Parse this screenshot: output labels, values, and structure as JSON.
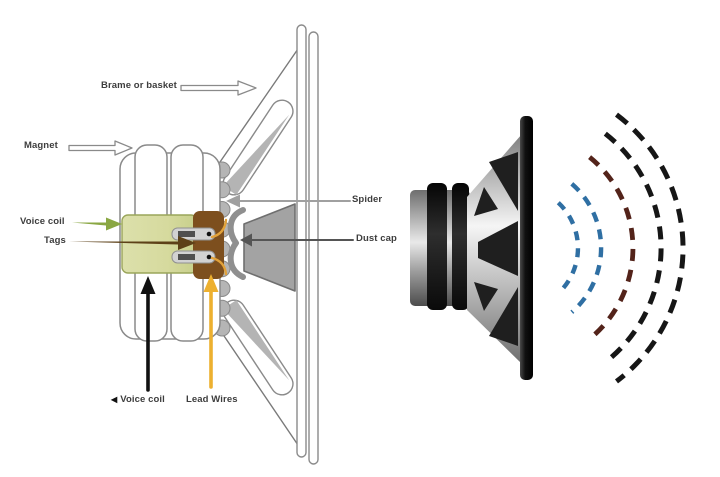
{
  "figure": {
    "background_color": "#ffffff",
    "cross_section": {
      "labels": {
        "frame": "Brame or basket",
        "magnet": "Magnet",
        "voice_coil": "Voice coil",
        "tags": "Tags",
        "spider": "Spider",
        "dust_cap": "Dust cap",
        "voice_coil_bottom_glyph": "◀",
        "voice_coil_bottom": "Voice coil",
        "lead_wires": "Lead Wires"
      },
      "colors": {
        "outline": "#8a8a8a",
        "cone_gray": "#b4b4b4",
        "voice_coil_fill": "#d6da9e",
        "voice_coil_stroke": "#9aa55a",
        "former_brown": "#7d4f1e",
        "tag_gray": "#d2d2d2",
        "arrow_voice_coil": "#8aa743",
        "arrow_tags": "#5d4118",
        "arrow_spider": "#a0a0a0",
        "arrow_dust_cap": "#555555",
        "arrow_voice_coil_bottom": "#111111",
        "arrow_lead_wires": "#edb02f"
      }
    },
    "speaker_render": {
      "sound_waves": [
        {
          "name": "inner-wave-1",
          "color": "#2f6fa3"
        },
        {
          "name": "inner-wave-2",
          "color": "#2f6fa3"
        },
        {
          "name": "mid-wave",
          "color": "#53231a"
        },
        {
          "name": "outer-wave-1",
          "color": "#161616"
        },
        {
          "name": "outer-wave-2",
          "color": "#161616"
        }
      ]
    }
  }
}
